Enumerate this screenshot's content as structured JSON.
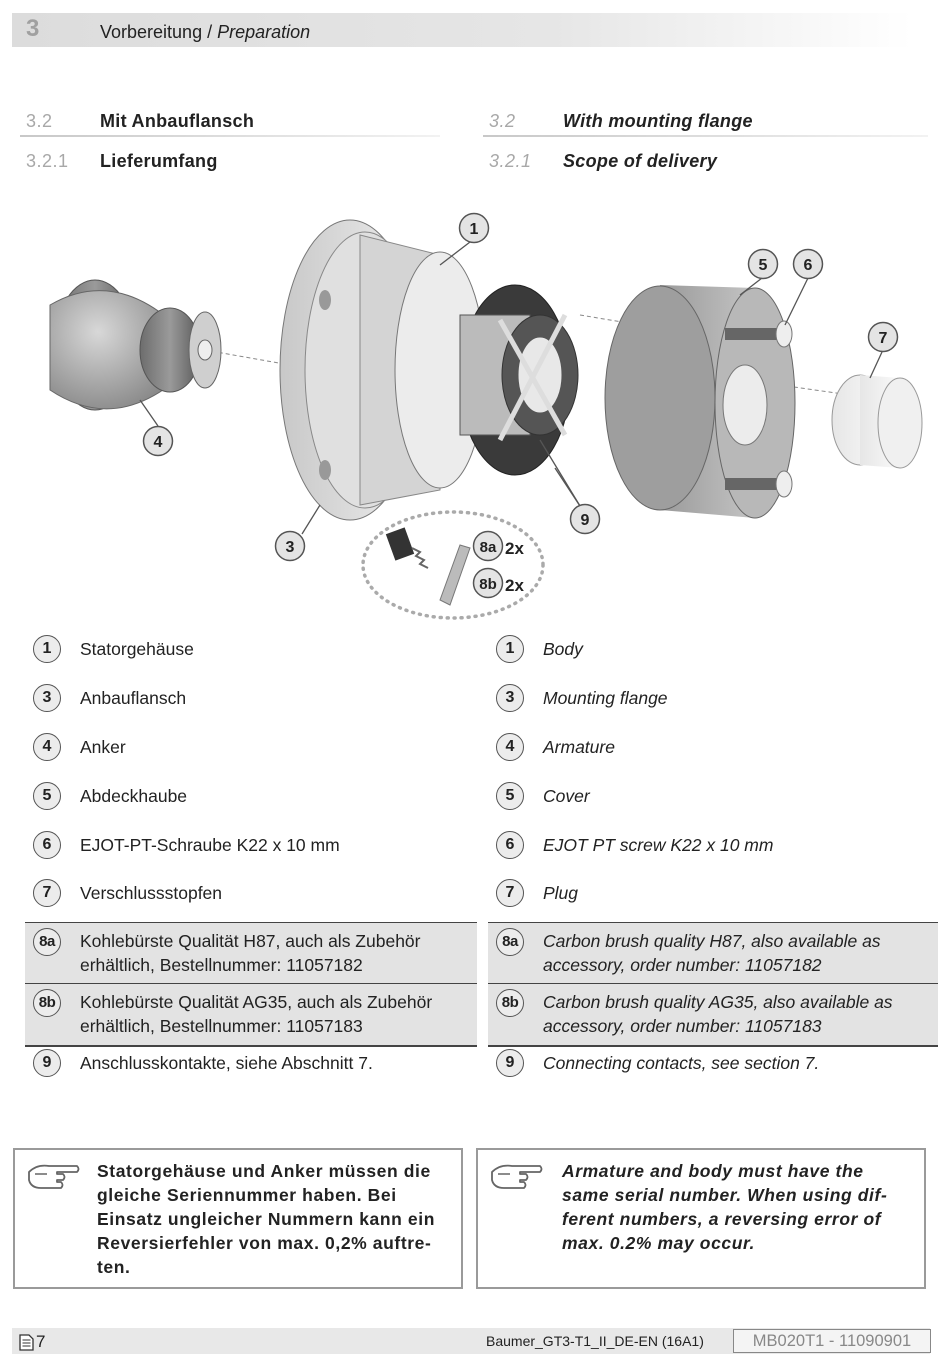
{
  "header": {
    "chapter_number": "3",
    "title_de": "Vorbereitung",
    "separator": " / ",
    "title_en": "Preparation"
  },
  "sections": {
    "de": {
      "num": "3.2",
      "title": "Mit Anbauflansch",
      "sub_num": "3.2.1",
      "sub_title": "Lieferumfang"
    },
    "en": {
      "num": "3.2",
      "title": "With mounting flange",
      "sub_num": "3.2.1",
      "sub_title": "Scope of delivery"
    }
  },
  "figure": {
    "callouts": [
      "1",
      "3",
      "4",
      "5",
      "6",
      "7",
      "8a",
      "8b",
      "9"
    ],
    "quantity_8a": "2x",
    "quantity_8b": "2x"
  },
  "legend_de": [
    {
      "num": "1",
      "text": "Statorgehäuse"
    },
    {
      "num": "3",
      "text": "Anbauflansch"
    },
    {
      "num": "4",
      "text": "Anker"
    },
    {
      "num": "5",
      "text": "Abdeckhaube"
    },
    {
      "num": "6",
      "text": "EJOT-PT-Schraube K22 x 10 mm"
    },
    {
      "num": "7",
      "text": "Verschlussstopfen"
    },
    {
      "num": "8a",
      "line1": "Kohlebürste Qualität H87, auch als Zubehör",
      "line2": "erhältlich, Bestellnummer: 11057182"
    },
    {
      "num": "8b",
      "line1": "Kohlebürste Qualität AG35, auch als Zubehör",
      "line2": "erhältlich, Bestellnummer: 11057183"
    },
    {
      "num": "9",
      "text": "Anschlusskontakte, siehe Abschnitt 7."
    }
  ],
  "legend_en": [
    {
      "num": "1",
      "text": "Body"
    },
    {
      "num": "3",
      "text": "Mounting flange"
    },
    {
      "num": "4",
      "text": "Armature"
    },
    {
      "num": "5",
      "text": "Cover"
    },
    {
      "num": "6",
      "text": "EJOT PT screw K22 x 10 mm"
    },
    {
      "num": "7",
      "text": "Plug"
    },
    {
      "num": "8a",
      "line1": "Carbon brush quality H87, also available as",
      "line2": "accessory, order number: 11057182"
    },
    {
      "num": "8b",
      "line1": "Carbon brush quality AG35, also available as",
      "line2": "accessory, order number: 11057183"
    },
    {
      "num": "9",
      "text": "Connecting contacts, see section 7."
    }
  ],
  "notes": {
    "de": [
      "Statorgehäuse und Anker müssen die",
      "gleiche Seriennummer haben. Bei",
      "Einsatz ungleicher Nummern kann ein",
      "Reversierfehler von max. 0,2% auftre-",
      "ten."
    ],
    "en": [
      "Armature and body must have the",
      "same serial number. When using dif-",
      "ferent numbers, a reversing error of",
      "max. 0.2% may occur."
    ]
  },
  "footer": {
    "page_number": "7",
    "document_name": "Baumer_GT3-T1_II_DE-EN (16A1)",
    "document_code": "MB020T1 - 11090901"
  }
}
